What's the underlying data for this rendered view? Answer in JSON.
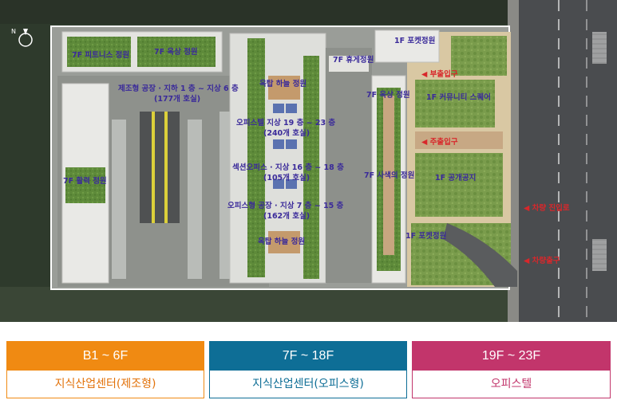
{
  "colors": {
    "orange": "#f08a12",
    "blue": "#0e6e96",
    "pink": "#c2356b",
    "label": "#3a2a9a",
    "red": "#d8272b"
  },
  "labels": {
    "fitness": "7F 피트니스 정원",
    "roof7_left": "7F 옥상 정원",
    "factory_line1": "제조형 공장 · 지하 1 층 ~ 지상 6 층",
    "factory_line2": "(177개 호실)",
    "sky_top": "옥탑 하늘 정원",
    "rest7": "7F 휴게정원",
    "pocket_top": "1F 포켓정원",
    "sub_entrance": "◀ 부출입구",
    "roof7_right": "7F 옥상 정원",
    "community": "1F 커뮤니티 스퀘어",
    "officetel_line1": "오피스텔 지상 19 층 ~ 23 층",
    "officetel_line2": "(240개 호실)",
    "main_entrance": "◀ 주출입구",
    "section_line1": "섹션오피스 · 지상 16 층 ~ 18 층",
    "section_line2": "(105개 호실)",
    "vitality": "7F 활력 정원",
    "thought": "7F 사색의 정원",
    "open_space": "1F 공개공지",
    "office_factory_line1": "오피스형 공장 · 지상 7 층 ~ 15 층",
    "office_factory_line2": "(162개 호실)",
    "vehicle_in": "◀ 차량 진입로",
    "sky_bottom": "옥탑 하늘 정원",
    "pocket_bottom": "1F 포켓정원",
    "vehicle_out": "◀ 차량출구"
  },
  "legend": [
    {
      "range": "B1 ~ 6F",
      "type": "지식산업센터(제조형)"
    },
    {
      "range": "7F ~ 18F",
      "type": "지식산업센터(오피스형)"
    },
    {
      "range": "19F ~ 23F",
      "type": "오피스텔"
    }
  ]
}
